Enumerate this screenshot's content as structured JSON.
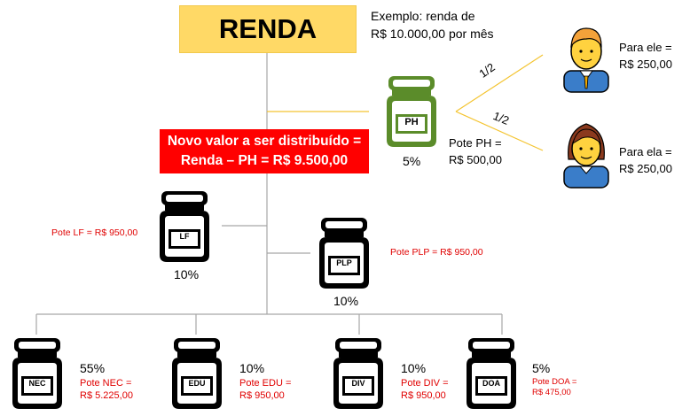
{
  "title": "RENDA",
  "example": {
    "line1": "Exemplo: renda de",
    "line2": "R$ 10.000,00 por mês"
  },
  "new_value": {
    "line1": "Novo valor a ser distribuído =",
    "line2": "Renda – PH = R$ 9.500,00"
  },
  "ph": {
    "label": "PH",
    "percent": "5%",
    "pote_line1": "Pote PH =",
    "pote_line2": "R$ 500,00"
  },
  "split": {
    "top": "1/2",
    "bottom": "1/2"
  },
  "ele": {
    "line1": "Para ele =",
    "line2": "R$ 250,00"
  },
  "ela": {
    "line1": "Para ela =",
    "line2": "R$ 250,00"
  },
  "lf": {
    "label": "LF",
    "percent": "10%",
    "pote": "Pote LF = R$ 950,00"
  },
  "plp": {
    "label": "PLP",
    "percent": "10%",
    "pote": "Pote PLP = R$ 950,00"
  },
  "nec": {
    "label": "NEC",
    "percent": "55%",
    "pote_line1": "Pote NEC =",
    "pote_line2": "R$ 5.225,00"
  },
  "edu": {
    "label": "EDU",
    "percent": "10%",
    "pote_line1": "Pote EDU =",
    "pote_line2": "R$ 950,00"
  },
  "div": {
    "label": "DIV",
    "percent": "10%",
    "pote_line1": "Pote DIV =",
    "pote_line2": "R$ 950,00"
  },
  "doa": {
    "label": "DOA",
    "percent": "5%",
    "pote_line1": "Pote DOA =",
    "pote_line2": "R$ 475,00"
  },
  "colors": {
    "title_box": "#ffd966",
    "highlight_box": "#ff0000",
    "ph_jar": "#5b8c2a",
    "jar": "#000000",
    "connector": "#a6a6a6",
    "arrow": "#f4c430",
    "red_text": "#e00000"
  }
}
